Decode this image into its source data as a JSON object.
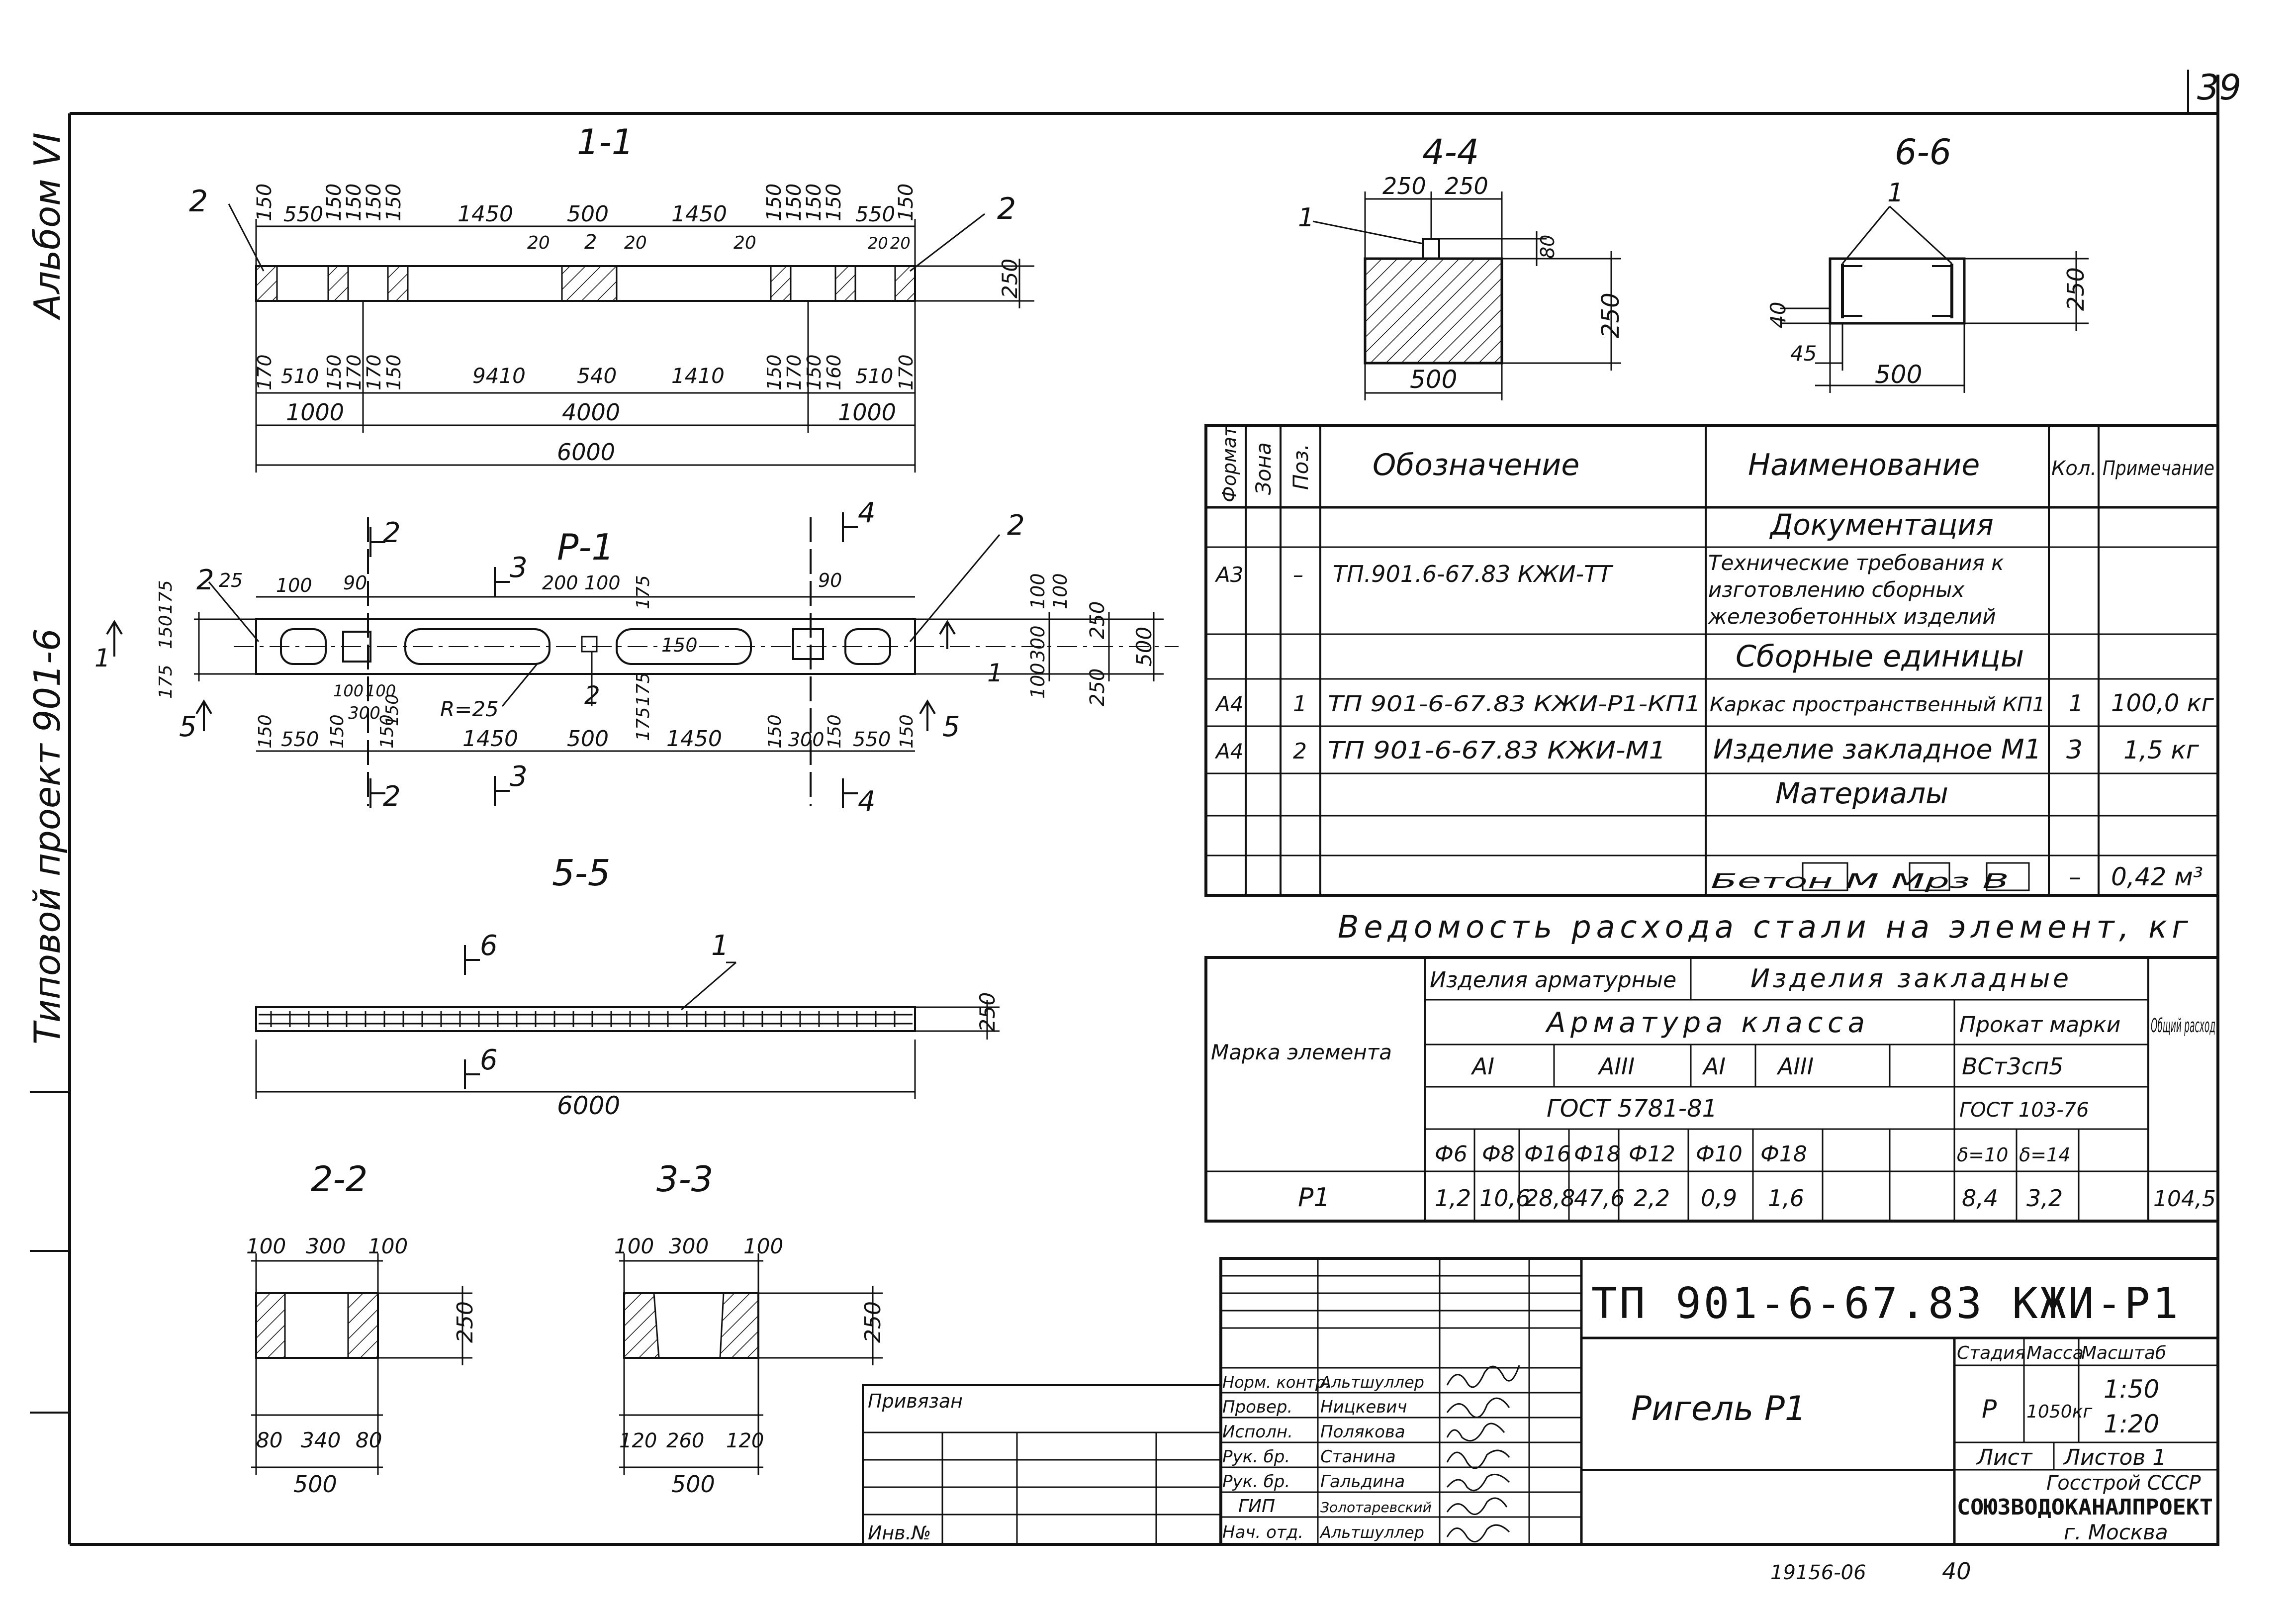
{
  "page_number": "39",
  "album_label": "Альбом VI",
  "project_label": "Типовой проект 901-6",
  "sections": {
    "s11": {
      "title": "1-1",
      "top_dims": [
        "150",
        "550",
        "150",
        "150",
        "150",
        "150",
        "1450",
        "500",
        "1450",
        "150",
        "150",
        "150",
        "150",
        "550",
        "150"
      ],
      "small_dims": [
        "20",
        "2",
        "20",
        "20",
        "20",
        "20"
      ],
      "right_dim": "250",
      "bottom_dims": [
        "170",
        "510",
        "150",
        "170",
        "170",
        "150",
        "9410",
        "540",
        "1410",
        "150",
        "170",
        "150",
        "160",
        "510",
        "170"
      ],
      "overall_mid": [
        "1000",
        "4000",
        "1000"
      ],
      "overall": "6000",
      "pos_labels": [
        "2",
        "2"
      ]
    },
    "p1": {
      "title": "Р-1",
      "top_dims": [
        "25",
        "100",
        "90",
        "200",
        "100",
        "175",
        "90",
        "100"
      ],
      "left_dims": [
        "175",
        "150",
        "175"
      ],
      "right_dims": [
        "100",
        "300",
        "100",
        "250",
        "250",
        "500"
      ],
      "inner": [
        "150",
        "175",
        "175"
      ],
      "lower_small": [
        "100",
        "100",
        "300",
        "150"
      ],
      "radius": "R=25",
      "bottom_dims": [
        "150",
        "550",
        "150",
        "150",
        "1450",
        "500",
        "1450",
        "150",
        "300",
        "150",
        "550",
        "150"
      ],
      "pos_labels": [
        "2",
        "2",
        "2"
      ],
      "cut_labels": [
        "1",
        "1",
        "2",
        "2",
        "3",
        "3",
        "4",
        "4",
        "5",
        "5"
      ]
    },
    "s55": {
      "title": "5-5",
      "pos": "1",
      "cut": "6",
      "right_dim": "250",
      "overall": "6000"
    },
    "s44": {
      "title": "4-4",
      "pos": "1",
      "top": [
        "250",
        "250"
      ],
      "right_small": "80",
      "right": "250",
      "bottom": "500"
    },
    "s66": {
      "title": "6-6",
      "pos": "1",
      "left_small": "40",
      "bottom_small": "45",
      "right": "250",
      "bottom": "500"
    },
    "s22": {
      "title": "2-2",
      "top": [
        "100",
        "300",
        "100"
      ],
      "right": "250",
      "bottom_small": [
        "80",
        "340",
        "80"
      ],
      "bottom": "500"
    },
    "s33": {
      "title": "3-3",
      "top": [
        "100",
        "300",
        "100"
      ],
      "right": "250",
      "bottom_small": [
        "120",
        "260",
        "120"
      ],
      "bottom": "500"
    }
  },
  "spec_table": {
    "headers": [
      "Формат",
      "Зона",
      "Поз.",
      "Обозначение",
      "Наименование",
      "Кол.",
      "Примечание"
    ],
    "rows": [
      {
        "format": "",
        "zone": "",
        "pos": "",
        "designation": "",
        "name": "Документация",
        "qty": "",
        "note": ""
      },
      {
        "format": "А3",
        "zone": "",
        "pos": "–",
        "designation": "ТП.901.6-67.83 КЖИ-ТТ",
        "name": "Технические требования к изготовлению сборных железобетонных изделий",
        "qty": "",
        "note": ""
      },
      {
        "format": "",
        "zone": "",
        "pos": "",
        "designation": "",
        "name": "Сборные единицы",
        "qty": "",
        "note": ""
      },
      {
        "format": "А4",
        "zone": "",
        "pos": "1",
        "designation": "ТП 901-6-67.83 КЖИ-Р1-КП1",
        "name": "Каркас пространственный КП1",
        "qty": "1",
        "note": "100,0 кг"
      },
      {
        "format": "А4",
        "zone": "",
        "pos": "2",
        "designation": "ТП 901-6-67.83 КЖИ-М1",
        "name": "Изделие закладное М1",
        "qty": "3",
        "note": "1,5 кг"
      },
      {
        "format": "",
        "zone": "",
        "pos": "",
        "designation": "",
        "name": "Материалы",
        "qty": "",
        "note": ""
      },
      {
        "format": "",
        "zone": "",
        "pos": "",
        "designation": "",
        "name": "Бетон М    Мрз    В",
        "qty": "–",
        "note": "0,42 м³"
      }
    ]
  },
  "steel": {
    "title": "Ведомость расхода стали на элемент, кг",
    "mark_header": "Марка элемента",
    "group_reinf": "Изделия арматурные",
    "group_embed": "Изделия закладные",
    "armature_class": "Арматура класса",
    "rolled": "Прокат марки",
    "rolled_grade": "ВСт3сп5",
    "total": "Общий расход",
    "classes": [
      "АI",
      "АIII",
      "АI",
      "АIII"
    ],
    "gost1": "ГОСТ 5781-81",
    "gost2": "ГОСТ 103-76",
    "diameters": [
      "Ф6",
      "Ф8",
      "Ф16",
      "Ф18",
      "Ф12",
      "Ф10",
      "Ф18",
      "δ=10",
      "δ=14"
    ],
    "row": {
      "mark": "Р1",
      "values": [
        "1,2",
        "10,6",
        "28,8",
        "47,6",
        "2,2",
        "0,9",
        "1,6",
        "8,4",
        "3,2"
      ],
      "total": "104,5"
    }
  },
  "title_block": {
    "code": "ТП 901-6-67.83 КЖИ-Р1",
    "name": "Ригель Р1",
    "stage_label": "Стадия",
    "mass_label": "Масса",
    "scale_label": "Масштаб",
    "stage": "Р",
    "mass": "1050кг",
    "scale1": "1:50",
    "scale2": "1:20",
    "sheet_label": "Лист",
    "sheets_label": "Листов 1",
    "org1": "Госстрой СССР",
    "org2": "СОЮЗВОДОКАНАЛПРОЕКТ",
    "org3": "г. Москва",
    "privyazan": "Привязан",
    "inv": "Инв.№",
    "roles": [
      "Норм. контр.",
      "Провер.",
      "Исполн.",
      "Рук. бр.",
      "Рук. бр.",
      "ГИП",
      "Нач. отд."
    ],
    "people": [
      "Альтшуллер",
      "Ницкевич",
      "Полякова",
      "Станина",
      "Гальдина",
      "Золотаревский",
      "Альтшуллер"
    ]
  },
  "footer": {
    "left": "19156-06",
    "right": "40"
  }
}
